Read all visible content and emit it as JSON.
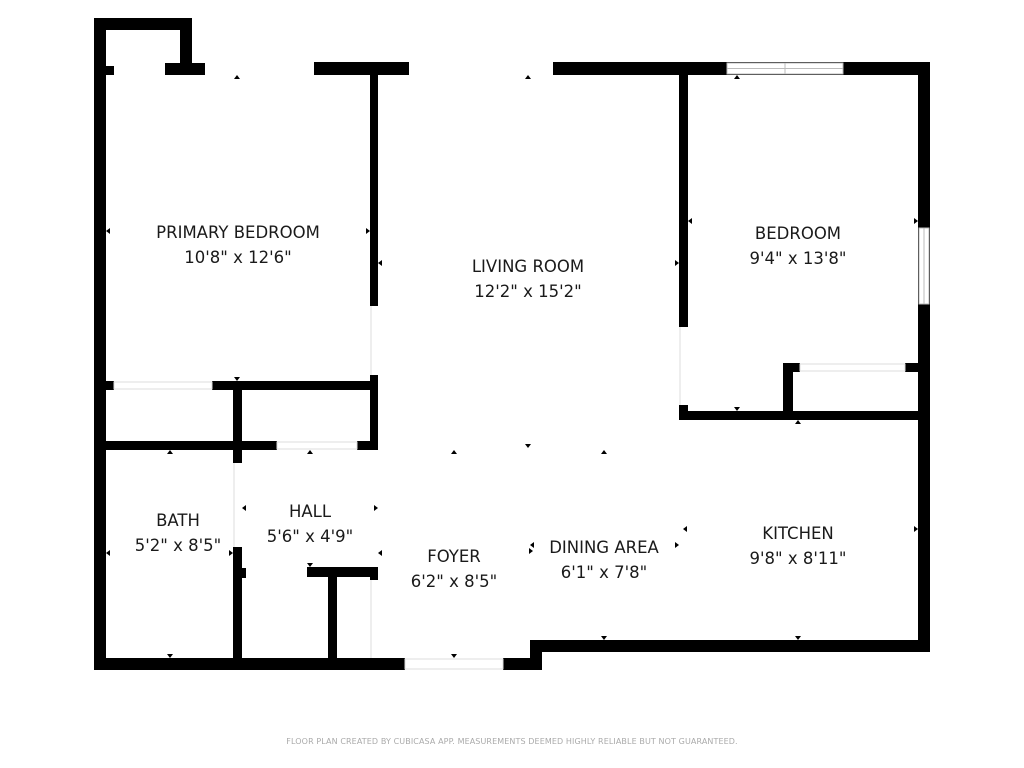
{
  "rooms": [
    {
      "name": "PRIMARY BEDROOM",
      "size": "10'8\" x 12'6\""
    },
    {
      "name": "LIVING ROOM",
      "size": "12'2\" x 15'2\""
    },
    {
      "name": "BEDROOM",
      "size": "9'4\" x 13'8\""
    },
    {
      "name": "BATH",
      "size": "5'2\" x 8'5\""
    },
    {
      "name": "HALL",
      "size": "5'6\" x 4'9\""
    },
    {
      "name": "FOYER",
      "size": "6'2\" x 8'5\""
    },
    {
      "name": "DINING AREA",
      "size": "6'1\" x 7'8\""
    },
    {
      "name": "KITCHEN",
      "size": "9'8\" x 8'11\""
    }
  ],
  "footer": "FLOOR PLAN CREATED BY CUBICASA APP. MEASUREMENTS DEEMED HIGHLY RELIABLE BUT NOT GUARANTEED.",
  "colors": {
    "wall": "#000000",
    "window": "#ffffff",
    "window_edge": "#cccccc",
    "text": "#1a1a1a"
  }
}
